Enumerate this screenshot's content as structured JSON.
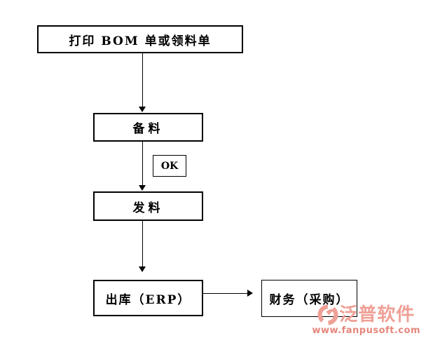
{
  "flowchart": {
    "nodes": [
      {
        "id": "print-bom",
        "label": "打印 BOM 单或领料单"
      },
      {
        "id": "prepare-material",
        "label": "备料"
      },
      {
        "id": "ok-condition",
        "label": "OK"
      },
      {
        "id": "issue-material",
        "label": "发料"
      },
      {
        "id": "outbound-erp",
        "label": "出库（ERP）"
      },
      {
        "id": "finance-purchase",
        "label": "财务（采购）"
      }
    ],
    "connections": [
      {
        "from": "print-bom",
        "to": "prepare-material",
        "direction": "down"
      },
      {
        "from": "prepare-material",
        "to": "issue-material",
        "direction": "down",
        "condition": "OK"
      },
      {
        "from": "issue-material",
        "to": "outbound-erp",
        "direction": "down"
      },
      {
        "from": "outbound-erp",
        "to": "finance-purchase",
        "direction": "right"
      }
    ]
  },
  "watermark": {
    "brand": "泛普软件",
    "url": "www.fanpusoft.com",
    "logo_icon": "fanpusoft-swoosh-circle-icon",
    "brand_color": "#efa096",
    "url_color": "#e5877c"
  },
  "colors": {
    "background": "#ffffff",
    "line": "#000000",
    "box_border": "#000000",
    "box_fill": "#ffffff"
  }
}
